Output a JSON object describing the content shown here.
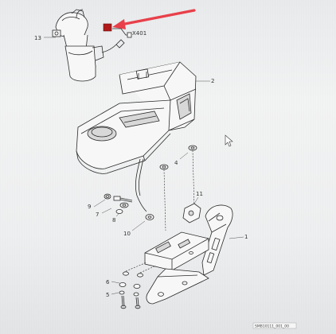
{
  "diagram": {
    "callouts": {
      "part_13": "13",
      "connector": "X401",
      "part_2": "2",
      "part_4": "4",
      "part_9": "9",
      "part_7": "7",
      "part_8": "8",
      "part_10": "10",
      "part_11": "11",
      "part_1": "1",
      "part_6": "6",
      "part_5": "5"
    },
    "footer_code": "SMB10111_001_00",
    "highlight_color": "#b01a1a",
    "arrow_color": "#e8404a",
    "cursor_icon": "mouse-pointer-icon"
  }
}
